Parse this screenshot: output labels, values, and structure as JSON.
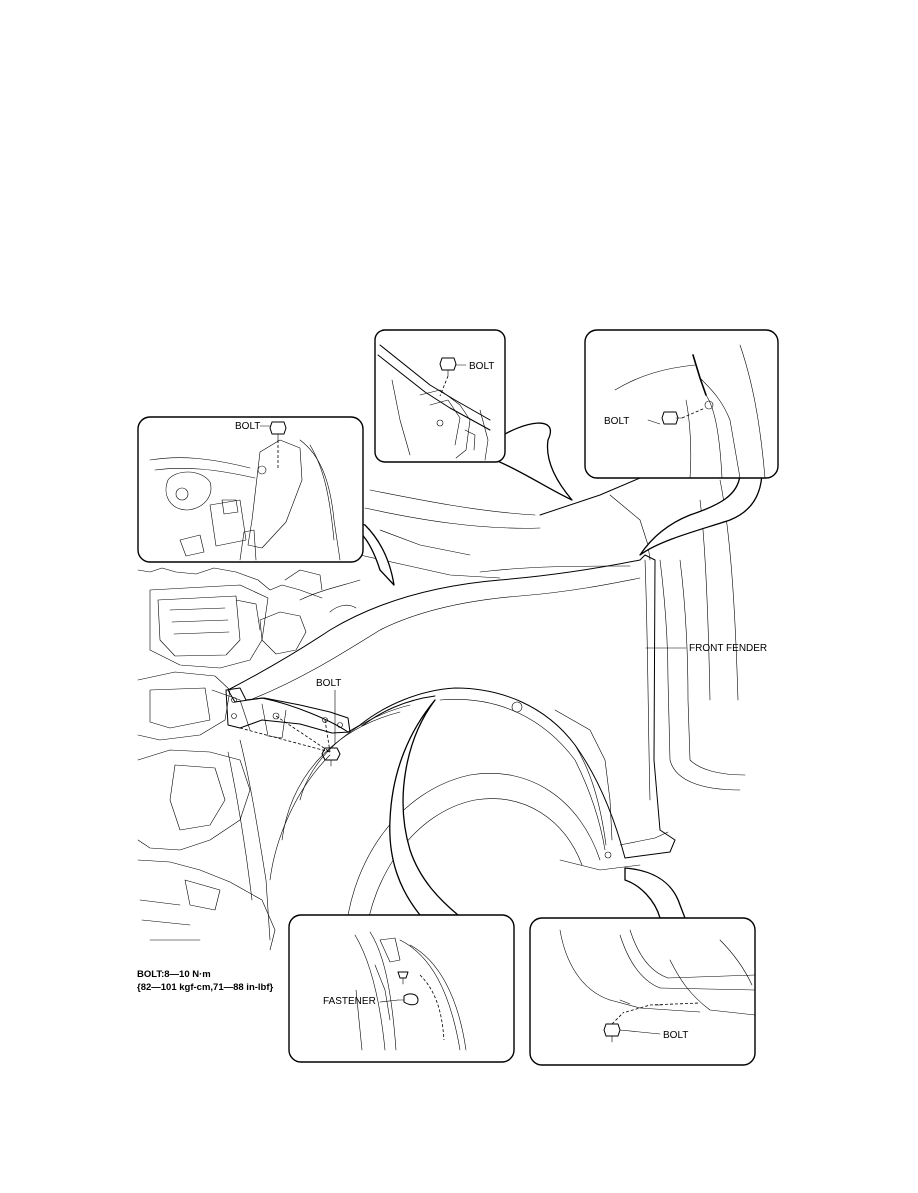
{
  "labels": {
    "bolt_top_left": "BOLT",
    "bolt_top_center": "BOLT",
    "bolt_top_right": "BOLT",
    "bolt_front": "BOLT",
    "front_fender": "FRONT FENDER",
    "fastener": "FASTENER",
    "bolt_bottom_right": "BOLT"
  },
  "torque_spec": {
    "line1": "BOLT:8—10 N·m",
    "line2": "{82—101 kgf-cm,71—88 in-lbf}"
  }
}
